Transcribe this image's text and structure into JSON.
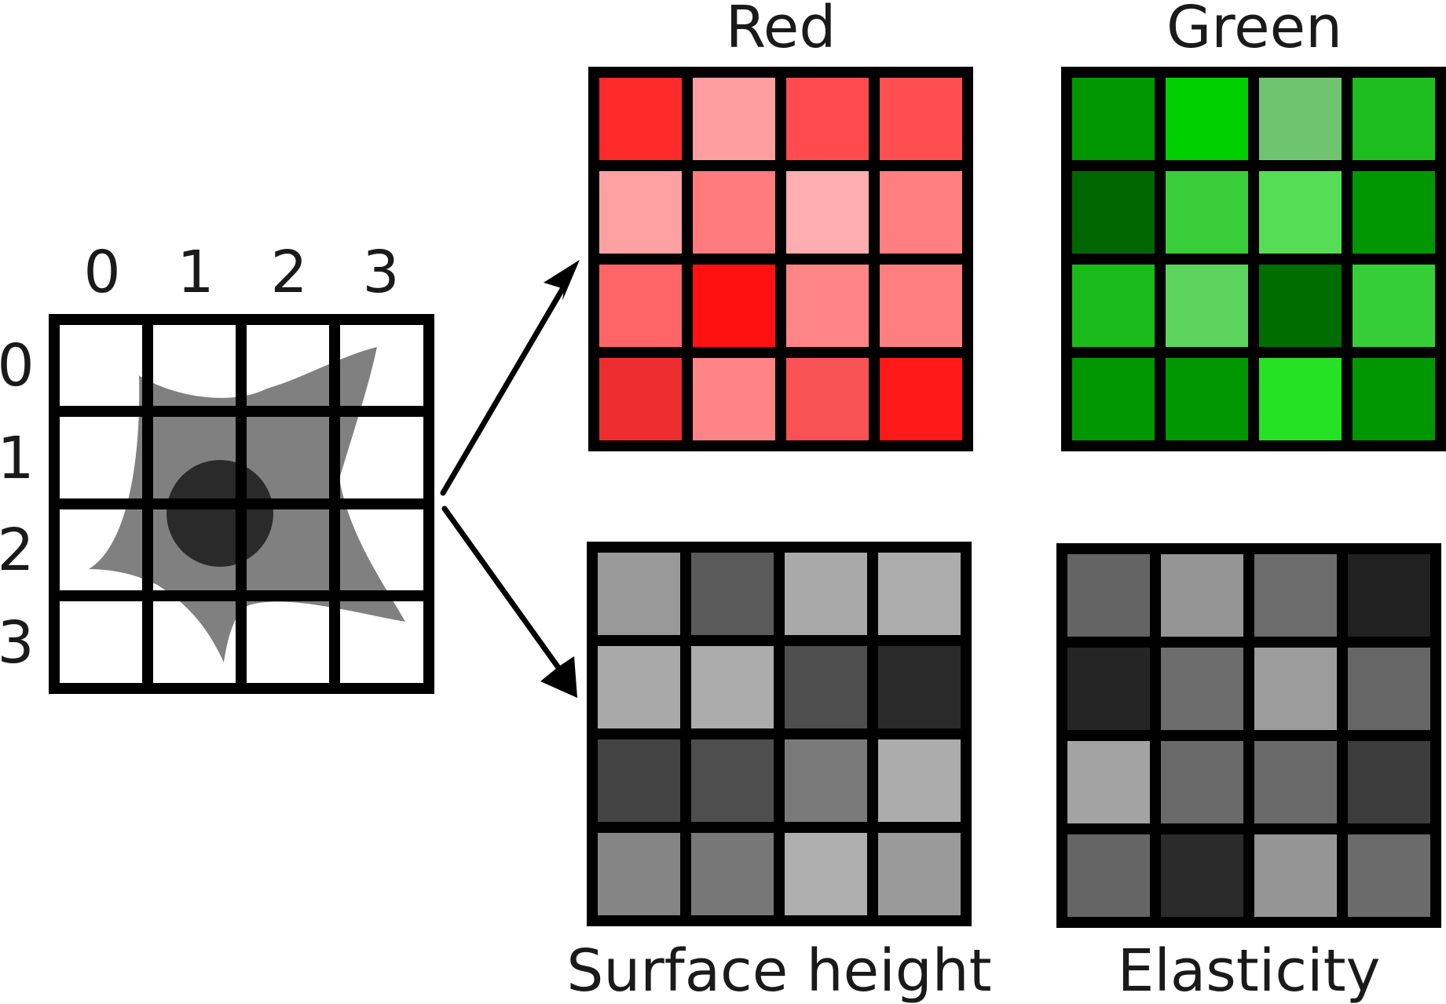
{
  "cell_grid": {
    "column_labels": [
      "0",
      "1",
      "2",
      "3"
    ],
    "row_labels": [
      "0",
      "1",
      "2",
      "3"
    ],
    "cell_color": "#808080",
    "nucleus_color": "#2a2a2a"
  },
  "panels": {
    "red": {
      "title": "Red",
      "colors": [
        "#ff2a2a",
        "#ff9ea0",
        "#ff4b4e",
        "#ff4e50",
        "#ffa1a3",
        "#ff7b7e",
        "#ffadb0",
        "#ff7e80",
        "#ff6466",
        "#ff1111",
        "#ff8587",
        "#ff7e80",
        "#ee2d30",
        "#ff8486",
        "#f95254",
        "#ff1919"
      ]
    },
    "green": {
      "title": "Green",
      "colors": [
        "#009700",
        "#00cf00",
        "#6fc56f",
        "#1dbd1d",
        "#006600",
        "#3acd3a",
        "#55de55",
        "#009700",
        "#1aba1a",
        "#5dd45d",
        "#006d00",
        "#36ce36",
        "#009700",
        "#009700",
        "#25e225",
        "#009700"
      ]
    },
    "surface": {
      "title": "Surface height",
      "colors": [
        "#999999",
        "#5a5a5a",
        "#a9a9a9",
        "#adadad",
        "#a9a9a9",
        "#acacac",
        "#4e4e4e",
        "#2a2a2a",
        "#444444",
        "#4e4e4e",
        "#7a7a7a",
        "#acacac",
        "#858585",
        "#777777",
        "#aeaeae",
        "#9a9a9a"
      ]
    },
    "elasticity": {
      "title": "Elasticity",
      "colors": [
        "#646464",
        "#959595",
        "#6c6c6c",
        "#212121",
        "#252525",
        "#6d6d6d",
        "#9c9c9c",
        "#666666",
        "#a3a3a3",
        "#6a6a6a",
        "#6a6a6a",
        "#3c3c3c",
        "#656565",
        "#2b2b2b",
        "#959595",
        "#6b6b6b"
      ]
    }
  }
}
